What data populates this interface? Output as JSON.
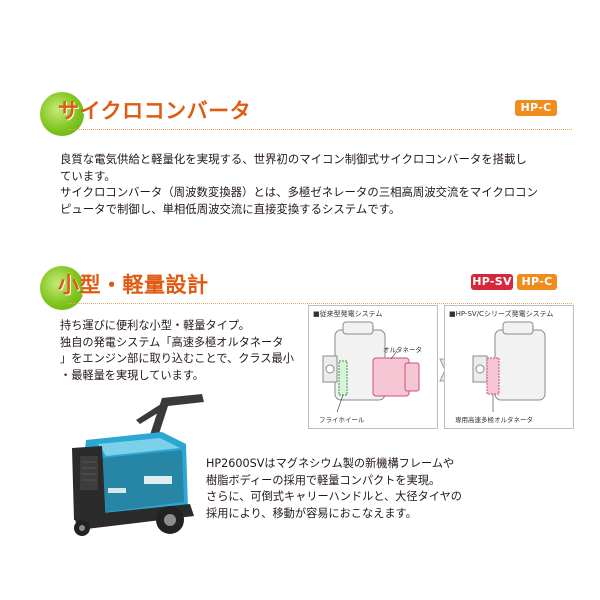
{
  "section1": {
    "title": "サイクロコンバータ",
    "badge": "HP-C",
    "para1_line1": "良質な電気供給と軽量化を実現する、世界初のマイコン制御式サイクロコンバータを搭載し",
    "para1_line2": "ています。",
    "para2_line1": "サイクロコンバータ（周波数変換器）とは、多極ゼネレータの三相高周波交流をマイクロコン",
    "para2_line2": "ピュータで制御し、単相低周波交流に直接変換するシステムです。"
  },
  "section2": {
    "title": "小型・軽量設計",
    "badges": [
      "HP-SV",
      "HP-C"
    ],
    "intro_lines": [
      "持ち運びに便利な小型・軽量タイプ。",
      "独自の発電システム「高速多極オルタネータ",
      "」をエンジン部に取り込むことで、クラス最小",
      "・最軽量を実現しています。"
    ],
    "diagram_left": {
      "title": "■従来型発電システム",
      "alternator_label": "オルタネータ",
      "flywheel_label": "フライホイール"
    },
    "diagram_right": {
      "title": "■HP-SV/Cシリーズ発電システム",
      "alternator_label": "専用高速多極オルタネータ"
    },
    "product_lines": [
      "HP2600SVはマグネシウム製の新機構フレームや",
      "樹脂ボディーの採用で軽量コンパクトを実現。",
      "さらに、可倒式キャリーハンドルと、大径タイヤの",
      "採用により、移動が容易におこなえます。"
    ]
  },
  "colors": {
    "title_orange": "#e05a12",
    "bubble_green": "#7fc51d",
    "badge_orange": "#f08c1e",
    "badge_red": "#d6283c",
    "generator_blue": "#2aa7d2"
  }
}
